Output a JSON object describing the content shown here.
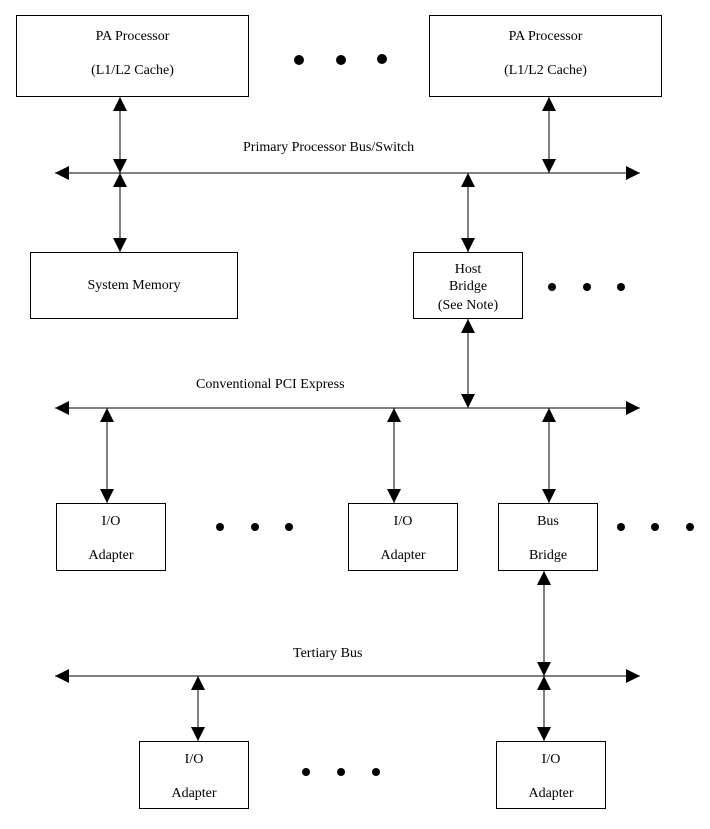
{
  "processors": [
    {
      "line1": "PA Processor",
      "line2": "(L1/L2 Cache)"
    },
    {
      "line1": "PA Processor",
      "line2": "(L1/L2 Cache)"
    }
  ],
  "buses": {
    "primary": "Primary Processor Bus/Switch",
    "pci": "Conventional PCI Express",
    "tertiary": "Tertiary Bus"
  },
  "system_memory": "System Memory",
  "host_bridge": {
    "line1": "Host",
    "line2": "Bridge",
    "line3": "(See Note)"
  },
  "pci_adapters": [
    {
      "line1": "I/O",
      "line2": "Adapter"
    },
    {
      "line1": "I/O",
      "line2": "Adapter"
    }
  ],
  "bus_bridge": {
    "line1": "Bus",
    "line2": "Bridge"
  },
  "tertiary_adapters": [
    {
      "line1": "I/O",
      "line2": "Adapter"
    },
    {
      "line1": "I/O",
      "line2": "Adapter"
    }
  ]
}
